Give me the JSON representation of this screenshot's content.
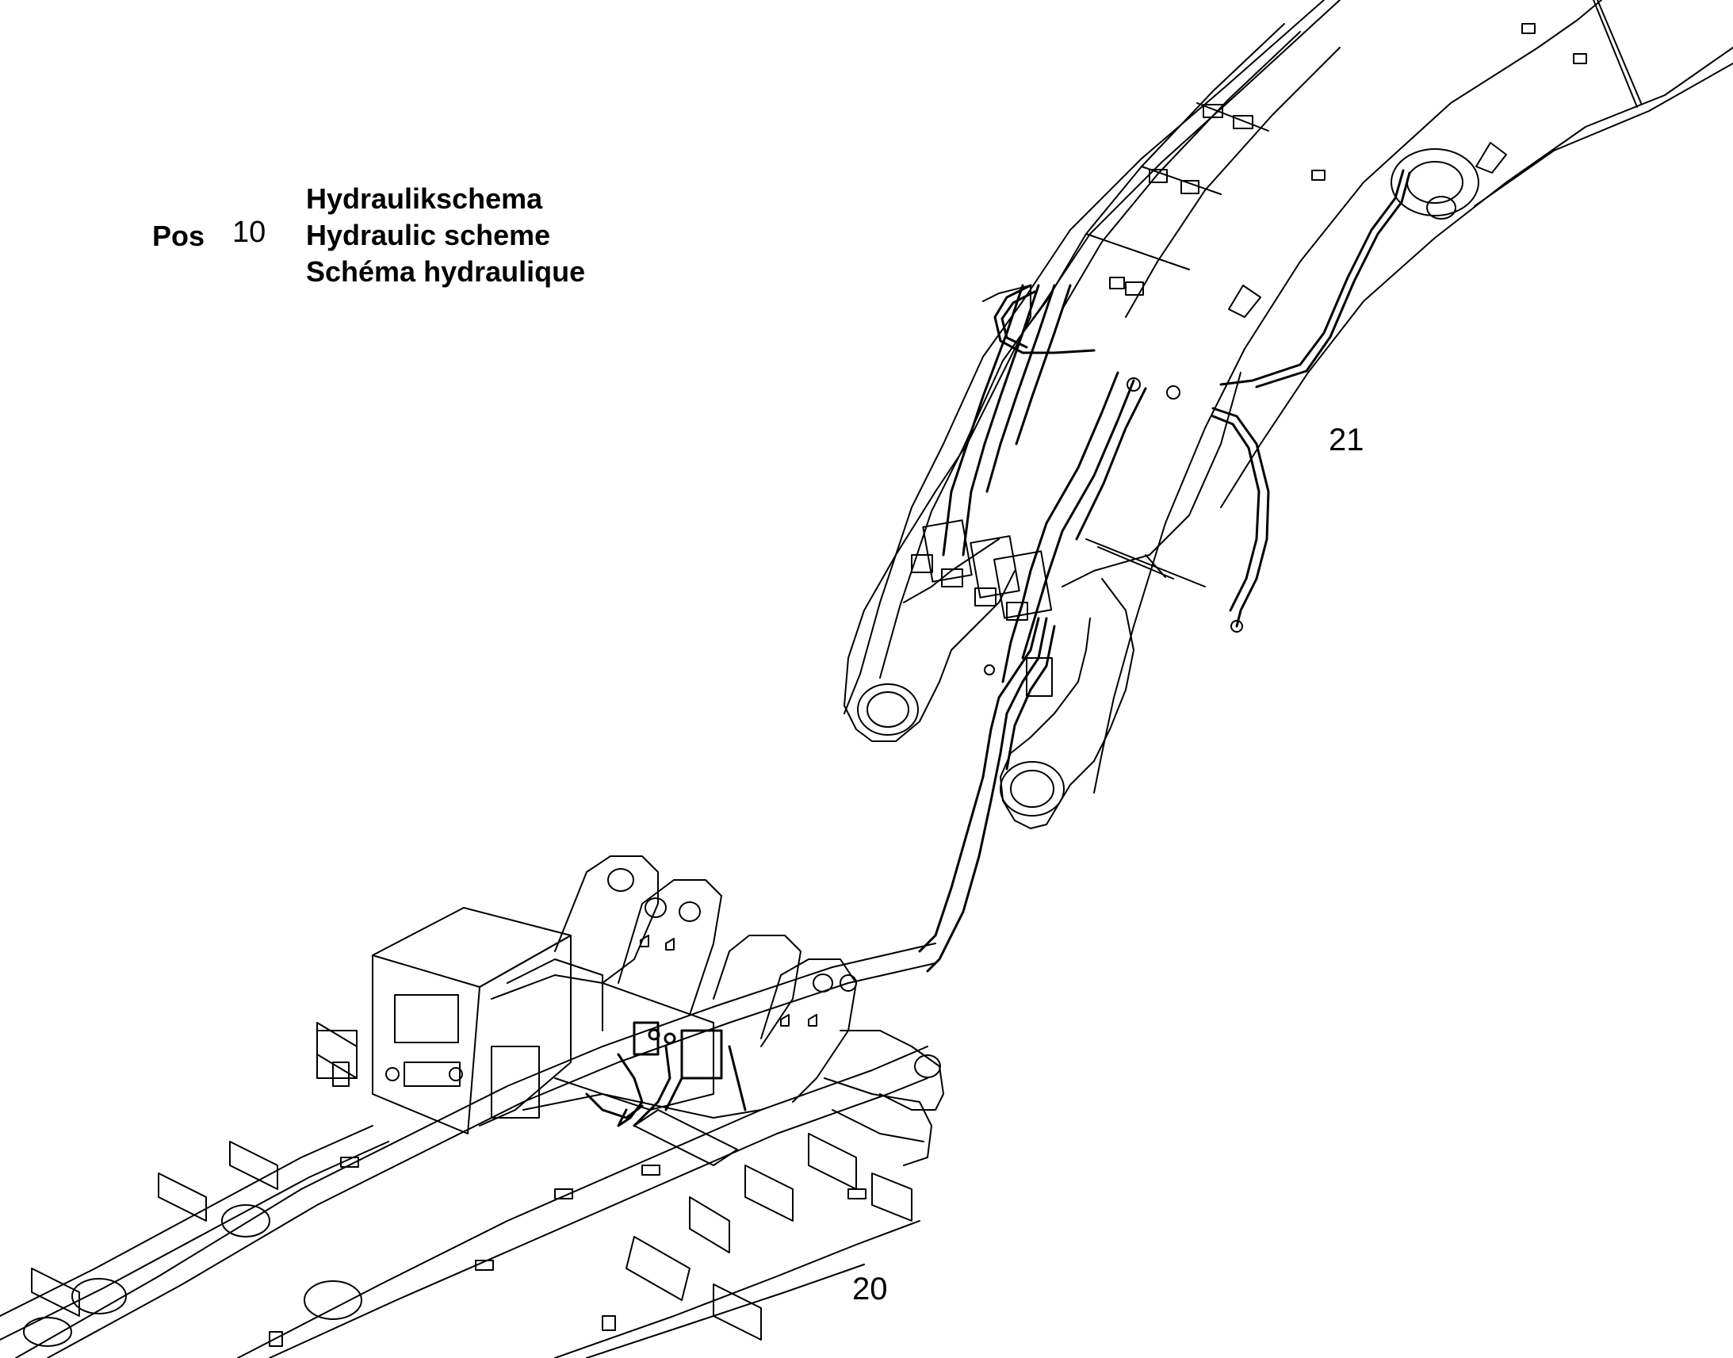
{
  "title_block": {
    "pos_label": "Pos",
    "pos_number": "10",
    "titles": [
      "Hydraulikschema",
      "Hydraulic scheme",
      "Schéma hydraulique"
    ]
  },
  "callouts": {
    "boom": "21",
    "chassis": "20"
  },
  "colors": {
    "line": "#000000",
    "background": "#ffffff"
  }
}
